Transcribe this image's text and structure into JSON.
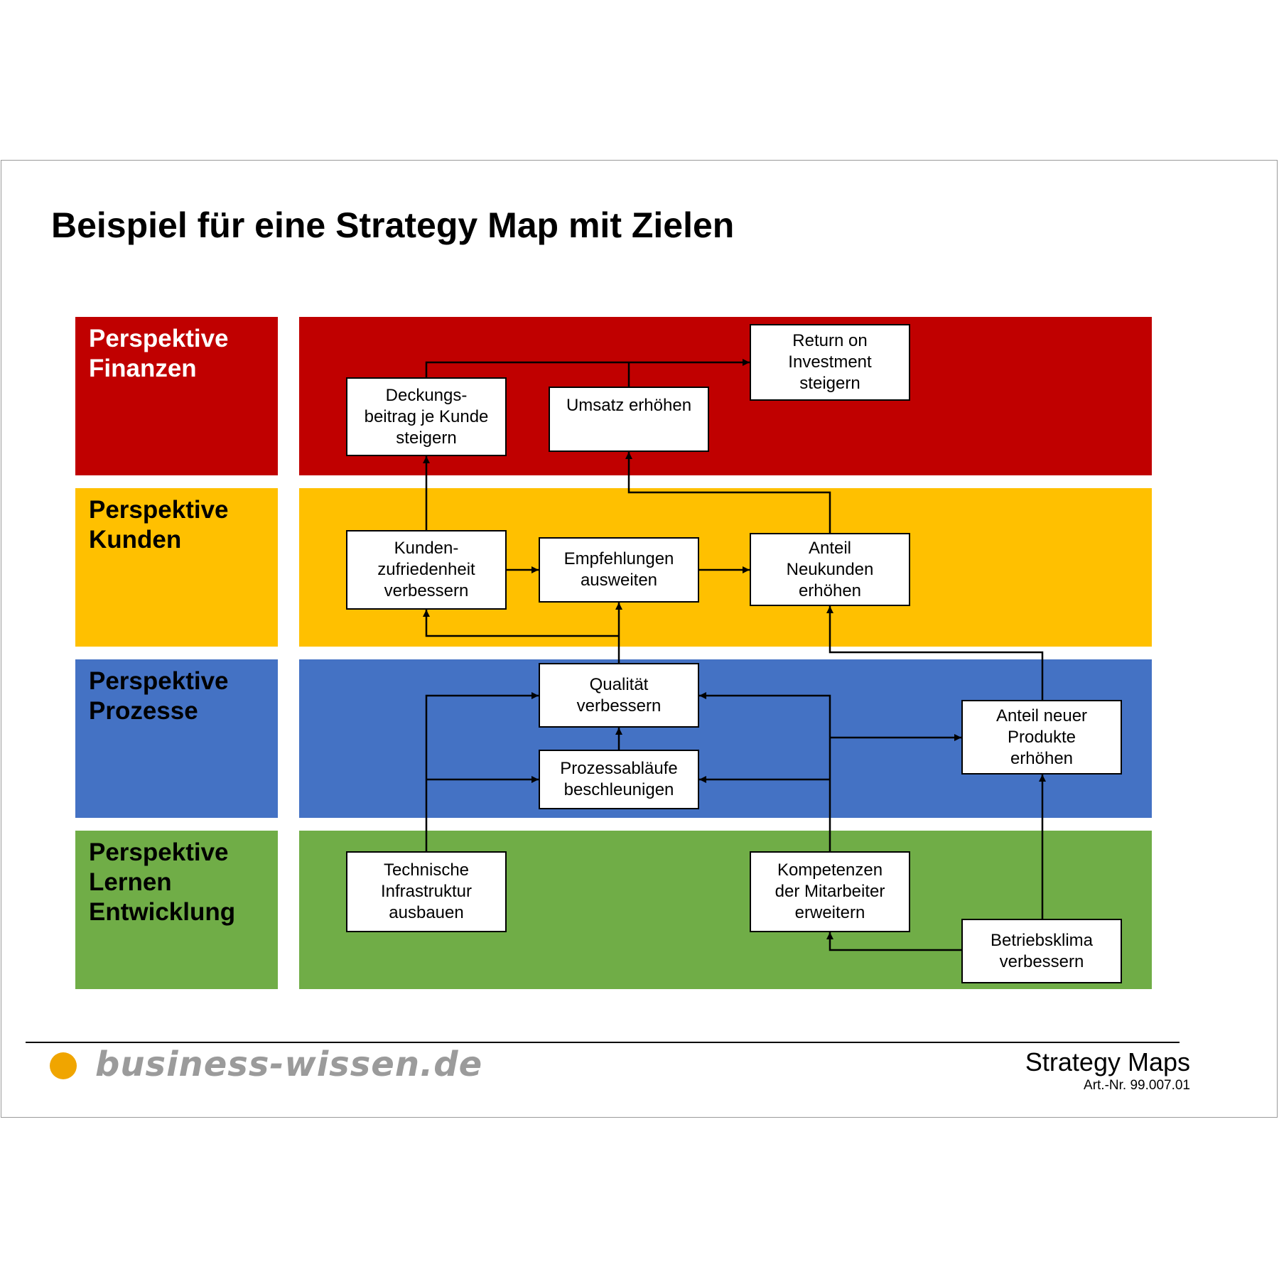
{
  "title": "Beispiel für eine Strategy Map mit Zielen",
  "colors": {
    "finanzen": "#C00000",
    "kunden": "#FFC000",
    "prozesse": "#4472C4",
    "lernen": "#70AD47",
    "logo_dot": "#F0A500",
    "logo_text": "#9B9B9B"
  },
  "perspectives": [
    {
      "id": "finanzen",
      "lines": [
        "Perspektive",
        "Finanzen"
      ],
      "text_color": "#FFFFFF"
    },
    {
      "id": "kunden",
      "lines": [
        "Perspektive",
        "Kunden"
      ],
      "text_color": "#000000"
    },
    {
      "id": "prozesse",
      "lines": [
        "Perspektive",
        "Prozesse"
      ],
      "text_color": "#000000"
    },
    {
      "id": "lernen",
      "lines": [
        "Perspektive",
        "Lernen",
        "Entwicklung"
      ],
      "text_color": "#000000"
    }
  ],
  "nodes": {
    "roi": [
      "Return on",
      "Investment",
      "steigern"
    ],
    "deckungsbeitrag": [
      "Deckungs-",
      "beitrag je Kunde",
      "steigern"
    ],
    "umsatz": [
      "Umsatz erhöhen"
    ],
    "kundenzufriedenheit": [
      "Kunden-",
      "zufriedenheit",
      "verbessern"
    ],
    "empfehlungen": [
      "Empfehlungen",
      "ausweiten"
    ],
    "neukunden": [
      "Anteil",
      "Neukunden",
      "erhöhen"
    ],
    "qualitaet": [
      "Qualität",
      "verbessern"
    ],
    "prozessablaeufe": [
      "Prozessabläufe",
      "beschleunigen"
    ],
    "neue_produkte": [
      "Anteil neuer",
      "Produkte",
      "erhöhen"
    ],
    "infrastruktur": [
      "Technische",
      "Infrastruktur",
      "ausbauen"
    ],
    "kompetenzen": [
      "Kompetenzen",
      "der Mitarbeiter",
      "erweitern"
    ],
    "betriebsklima": [
      "Betriebsklima",
      "verbessern"
    ]
  },
  "footer": {
    "logo": "business-wissen.de",
    "doc_title": "Strategy Maps",
    "article_no": "Art.-Nr. 99.007.01"
  }
}
